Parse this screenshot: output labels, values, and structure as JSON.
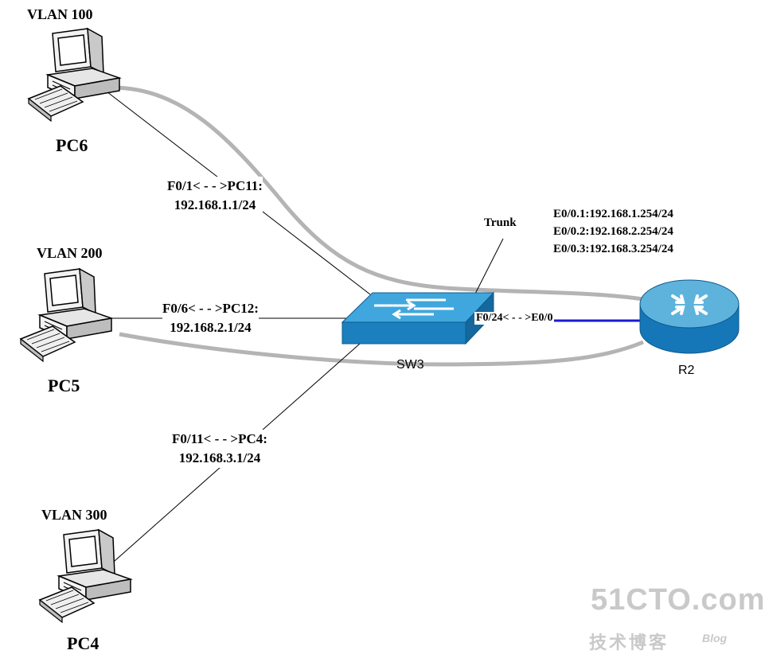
{
  "pcs": [
    {
      "vlan": "VLAN 100",
      "name": "PC6"
    },
    {
      "vlan": "VLAN 200",
      "name": "PC5"
    },
    {
      "vlan": "VLAN 300",
      "name": "PC4"
    }
  ],
  "links": [
    {
      "port": "F0/1< - - >PC11:",
      "ip": "192.168.1.1/24"
    },
    {
      "port": "F0/6< - - >PC12:",
      "ip": "192.168.2.1/24"
    },
    {
      "port": "F0/11< - - >PC4:",
      "ip": "192.168.3.1/24"
    }
  ],
  "switch": {
    "name": "SW3"
  },
  "router": {
    "name": "R2",
    "subinterfaces": [
      "E0/0.1:192.168.1.254/24",
      "E0/0.2:192.168.2.254/24",
      "E0/0.3:192.168.3.254/24"
    ]
  },
  "trunk_label": "Trunk",
  "uplink_label": "F0/24< - - >E0/0",
  "watermark": {
    "main": "51CTO.com",
    "sub": "技术博客",
    "blog": "Blog"
  },
  "colors": {
    "trunk_line": "#b4b4b4",
    "uplink_line": "#1a1ad0",
    "device_blue": "#1c8fd0",
    "router_top": "#5eb3dc"
  }
}
